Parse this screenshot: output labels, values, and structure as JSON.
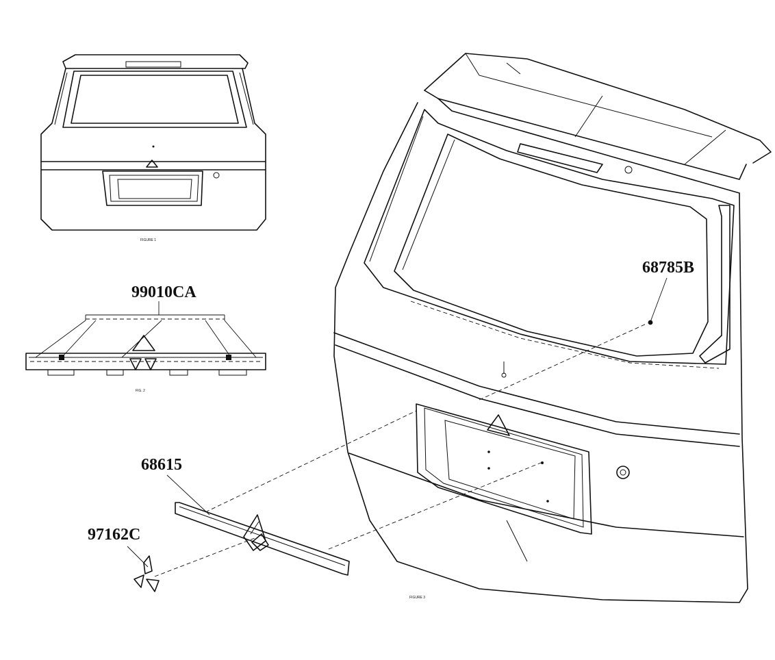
{
  "diagram": {
    "parts": [
      {
        "id": "part-99010CA",
        "number": "99010CA"
      },
      {
        "id": "part-68785B",
        "number": "68785B"
      },
      {
        "id": "part-68615",
        "number": "68615"
      },
      {
        "id": "part-97162C",
        "number": "97162C"
      }
    ]
  }
}
